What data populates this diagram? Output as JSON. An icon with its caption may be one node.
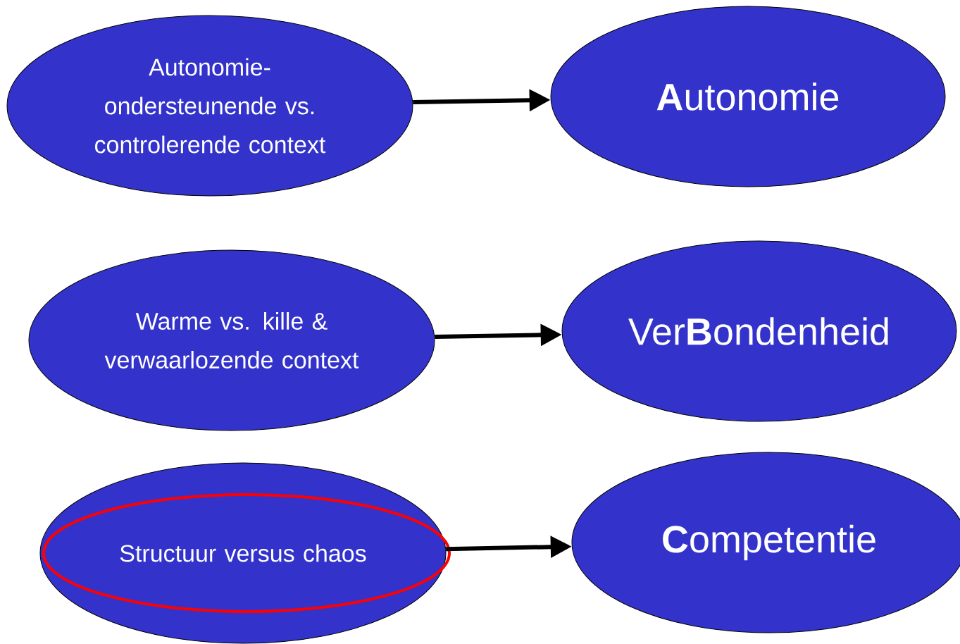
{
  "diagram": {
    "nodes": [
      {
        "text": [
          "Autonomie- ondersteunende vs. controlerende context"
        ]
      },
      {
        "text": [
          "**A**utonomie"
        ]
      },
      {
        "text": [
          "Warme vs. kille & verwaarlozende context"
        ]
      },
      {
        "text": [
          "Ver**B**ondenheid"
        ]
      },
      {
        "text": [
          "Structuur versus chaos"
        ]
      },
      {
        "text": [
          "**C**ompetentie"
        ]
      }
    ],
    "edges": [
      {
        "from": 0,
        "to": 1,
        "arrow": "to"
      },
      {
        "from": 2,
        "to": 3,
        "arrow": "to"
      },
      {
        "from": 4,
        "to": 5,
        "arrow": "to"
      }
    ]
  }
}
